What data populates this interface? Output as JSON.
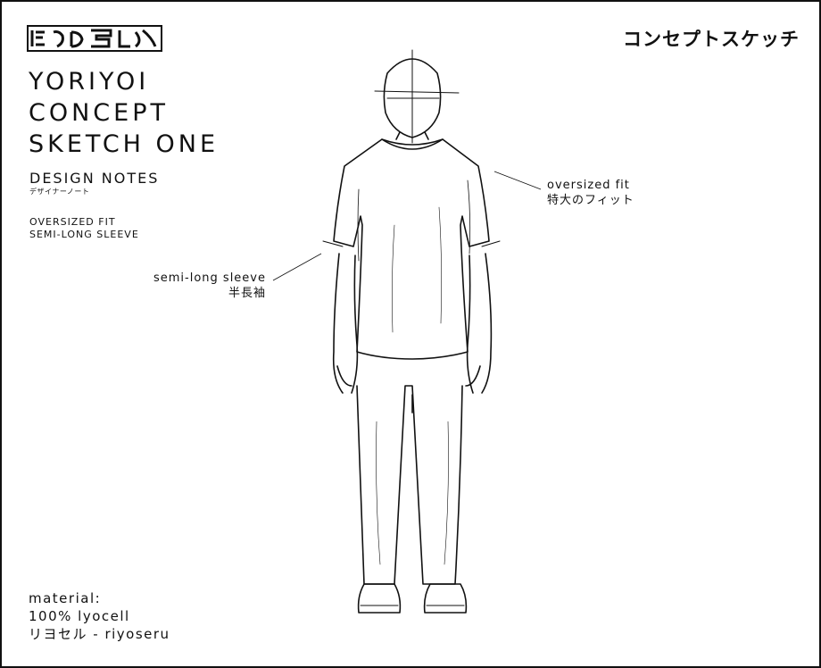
{
  "header": {
    "logo_icon": "yoriyoi-logo",
    "jp_title": "コンセプトスケッチ"
  },
  "title": {
    "line1": "YORIYOI",
    "line2": "CONCEPT",
    "line3": "SKETCH ONE"
  },
  "design_notes": {
    "heading": "DESIGN NOTES",
    "heading_jp": "デザイナーノート",
    "items": [
      "OVERSIZED FIT",
      "SEMI-LONG SLEEVE"
    ]
  },
  "callouts": {
    "sleeve": {
      "en": "semi-long sleeve",
      "jp": "半長袖"
    },
    "fit": {
      "en": "oversized fit",
      "jp": "特大のフィット"
    }
  },
  "material": {
    "label": "material:",
    "value": "100% lyocell",
    "jp": "リヨセル - riyoseru"
  },
  "figure": {
    "icon": "figure-sketch-icon"
  },
  "colors": {
    "ink": "#111111",
    "paper": "#ffffff"
  }
}
